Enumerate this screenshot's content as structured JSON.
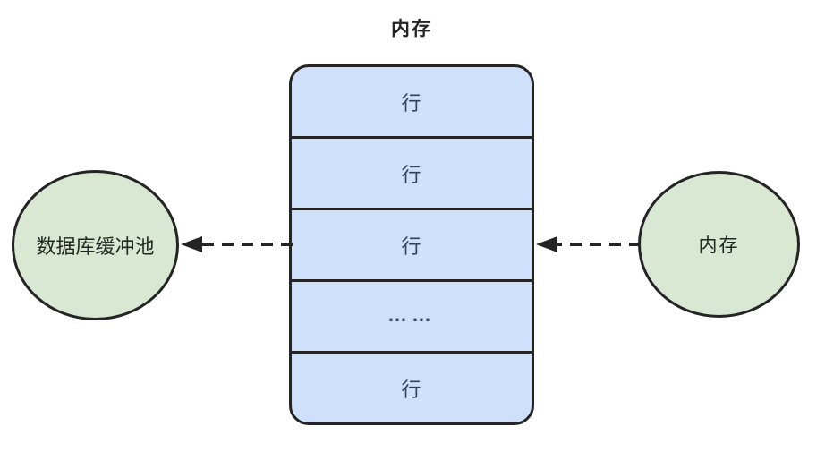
{
  "title": "内存",
  "colors": {
    "row_fill": "#cfe1fa",
    "node_fill": "#d8e8d2",
    "stroke": "#242424",
    "row_text": "#33415c"
  },
  "memory_box": {
    "label": "内存",
    "rows": [
      {
        "label": "行"
      },
      {
        "label": "行"
      },
      {
        "label": "行"
      },
      {
        "label": "……"
      },
      {
        "label": "行"
      }
    ]
  },
  "left_node": {
    "label": "数据库缓冲池"
  },
  "right_node": {
    "label": "内存"
  },
  "arrows": [
    {
      "name": "box-to-buffer-pool",
      "from": "memory_box",
      "to": "left_node",
      "style": "dashed",
      "direction": "left"
    },
    {
      "name": "memory-to-box",
      "from": "right_node",
      "to": "memory_box",
      "style": "dashed",
      "direction": "left"
    }
  ]
}
